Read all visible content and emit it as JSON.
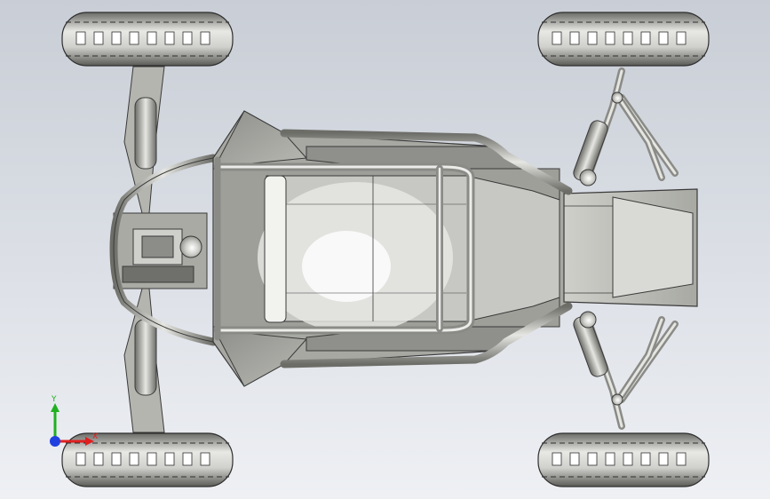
{
  "viewport": {
    "background_top": "#c9ced6",
    "background_bottom": "#eef0f4",
    "part_color": "#b9bab4",
    "edge_color": "#3a3a3a"
  },
  "model": {
    "subject": "dune-buggy-chassis-top-view",
    "wheels": 4
  },
  "triad": {
    "x_label": "X",
    "y_label": "Y",
    "x_color": "#e02020",
    "y_color": "#20b020",
    "z_color": "#2040e0"
  }
}
